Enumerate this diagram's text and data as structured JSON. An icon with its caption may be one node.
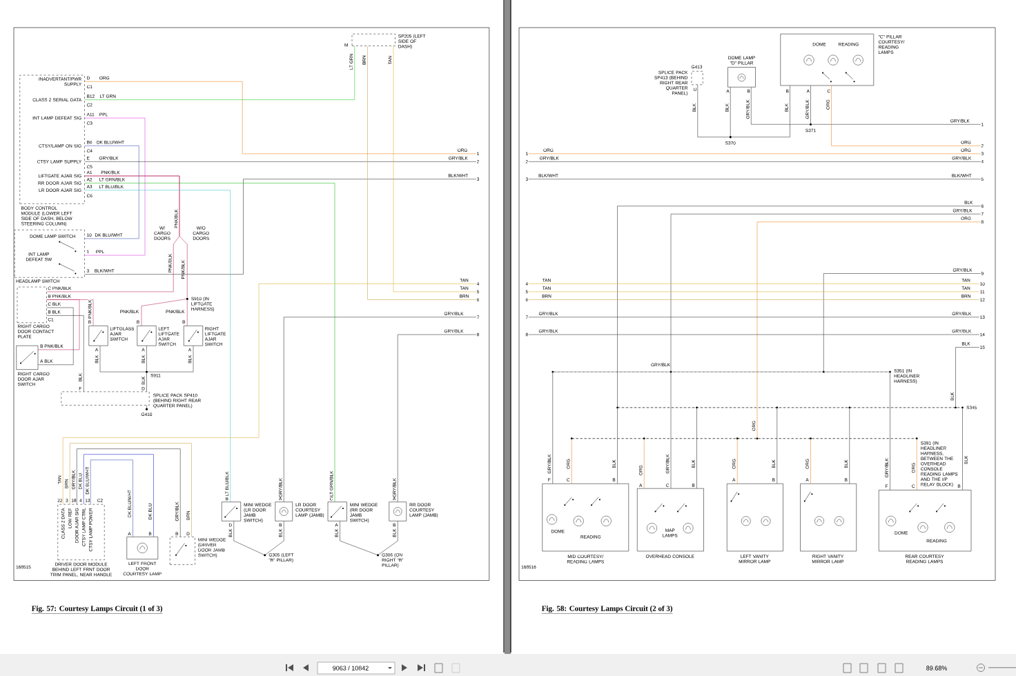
{
  "diagram": {
    "nodes": [
      {
        "text": [
          "SP205 (LEFT SIDE OF DASH)"
        ]
      },
      {
        "text": [
          "INADVERTANT/PWR SUPPLY",
          "CLASS 2 SERIAL DATA",
          "INT LAMP DEFEAT SIG",
          "CTSY/LAMP ON SIG",
          "CTSY LAMP SUPPLY",
          "LIFTGATE AJAR SIG",
          "RR DOOR AJAR SIG",
          "LR DOOR AJAR SIG",
          "BODY CONTROL MODULE (LOWER LEFT SIDE OF DASH, BELOW STEERING COLUMN)"
        ]
      },
      {
        "text": [
          "DOME LAMP SWITCH",
          "INT LAMP DEFEAT SW",
          "HEADLAMP SWITCH"
        ]
      },
      {
        "text": [
          "RIGHT CARGO DOOR CONTACT PLATE"
        ]
      },
      {
        "text": [],
        "shape": "circle",
        "beside": [
          "S910 (IN LIFTGATE HARNESS)"
        ]
      },
      {
        "text": [
          "RIGHT CARGO DOOR AJAR SWITCH"
        ]
      },
      {
        "text": [
          "LIFTGLASS AJAR SWITCH"
        ]
      },
      {
        "text": [
          "LEFT LIFTGATE AJAR SWITCH"
        ]
      },
      {
        "text": [
          "RIGHT LIFTGATE AJAR SWITCH"
        ]
      },
      {
        "text": [],
        "shape": "circle",
        "beside": [
          "S911"
        ]
      },
      {
        "text": [
          "SPLICE PACK SP410 (BEHIND RIGHT REAR QUARTER PANEL)"
        ]
      },
      {
        "text": [],
        "shape": "circle",
        "beside": [
          "G410"
        ]
      },
      {
        "text": [
          "CLASS 2 DATA",
          "LOW REF",
          "DOOR AJAR SIG",
          "CTSY LAMP CTRL",
          "CTSY LAMP POWER",
          "DRIVER DOOR MODULE BEHIND LEFT FRNT DOOR TRIM PANEL, NEAR HANDLE"
        ]
      },
      {
        "text": [
          "LEFT FRONT DOOR COURTESY LAMP"
        ]
      },
      {
        "text": [
          "MINI WEDGE (DRIVER DOOR JAMB SWITCH)"
        ]
      },
      {
        "text": [
          "MINI WEDGE (LR DOOR JAMB SWITCH)"
        ]
      },
      {
        "text": [
          "LR DOOR COURTESY LAMP (JAMB)"
        ]
      },
      {
        "text": [
          "MINI WEDGE (RR DOOR JAMB SWITCH)"
        ]
      },
      {
        "text": [
          "RR DOOR COURTESY LAMP (JAMB)"
        ]
      },
      {
        "text": [],
        "shape": "circle",
        "beside": [
          "G305 (LEFT \"B\" PILLAR)"
        ]
      },
      {
        "text": [],
        "shape": "circle",
        "beside": [
          "G306 (ON RIGHT \"B\" PILLAR)"
        ]
      },
      {
        "text": [
          "1"
        ]
      },
      {
        "text": [
          "2"
        ]
      },
      {
        "text": [
          "3"
        ]
      },
      {
        "text": [
          "4"
        ]
      },
      {
        "text": [
          "5"
        ]
      },
      {
        "text": [
          "6"
        ]
      },
      {
        "text": [
          "7"
        ]
      },
      {
        "text": [
          "8"
        ]
      },
      {
        "text": [
          "1"
        ]
      },
      {
        "text": [
          "2"
        ]
      },
      {
        "text": [
          "3"
        ]
      },
      {
        "text": [
          "4"
        ]
      },
      {
        "text": [
          "5"
        ]
      },
      {
        "text": [
          "6"
        ]
      },
      {
        "text": [
          "7"
        ]
      },
      {
        "text": [
          "8"
        ]
      },
      {
        "text": [
          "G413",
          "SPLICE PACK SP413 (BEHIND RIGHT REAR QUARTER PANEL)"
        ]
      },
      {
        "text": [
          "DOME LAMP \"D\" PILLAR"
        ]
      },
      {
        "text": [
          "DOME",
          "READING",
          "\"C\" PILLAR COURTESY/ READING LAMPS"
        ]
      },
      {
        "text": [],
        "shape": "circle",
        "beside": [
          "S370"
        ]
      },
      {
        "text": [],
        "shape": "circle",
        "beside": [
          "S371"
        ]
      },
      {
        "text": [
          "1"
        ]
      },
      {
        "text": [
          "2"
        ]
      },
      {
        "text": [
          "3"
        ]
      },
      {
        "text": [
          "4"
        ]
      },
      {
        "text": [
          "5"
        ]
      },
      {
        "text": [
          "6"
        ]
      },
      {
        "text": [
          "7"
        ]
      },
      {
        "text": [
          "8"
        ]
      },
      {
        "text": [
          "9"
        ]
      },
      {
        "text": [
          "10"
        ]
      },
      {
        "text": [
          "11"
        ]
      },
      {
        "text": [
          "12"
        ]
      },
      {
        "text": [
          "13"
        ]
      },
      {
        "text": [
          "14"
        ]
      },
      {
        "text": [
          "15"
        ]
      },
      {
        "text": [],
        "shape": "bar",
        "beside": [
          "S351 (IN HEADLINER HARNESS)"
        ]
      },
      {
        "text": [],
        "shape": "bar",
        "beside": [
          "S345"
        ]
      },
      {
        "text": [],
        "shape": "bar",
        "beside": [
          "S391 (IN HEADLINER HARNESS, BETWEEN THE OVERHEAD CONSOLE READING LAMPS AND THE I/P RELAY BLOCK)"
        ]
      },
      {
        "text": [
          "DOME",
          "READING",
          "MID COURTESY/ READING LAMPS"
        ]
      },
      {
        "text": [
          "MAP LAMPS",
          "OVERHEAD CONSOLE"
        ]
      },
      {
        "text": [
          "LEFT VANITY MIRROR LAMP"
        ]
      },
      {
        "text": [
          "RIGHT VANITY MIRROR LAMP"
        ]
      },
      {
        "text": [
          "DOME",
          "READING",
          "REAR COURTESY READING LAMPS"
        ]
      }
    ],
    "edges": [
      {
        "from": 1,
        "to": 21,
        "arrow": "none",
        "label": "ORG",
        "color": "#f08a24"
      },
      {
        "from": 1,
        "to": 0,
        "arrow": "none",
        "label": "LT GRN",
        "color": "#33cc33"
      },
      {
        "from": 1,
        "to": 2,
        "arrow": "none",
        "label": "PPL",
        "color": "#e040e0"
      },
      {
        "from": 1,
        "to": 2,
        "arrow": "none",
        "label": "DK BLU/WHT",
        "color": "#4455bb"
      },
      {
        "from": 1,
        "to": 22,
        "arrow": "none",
        "label": "GRY/BLK"
      },
      {
        "from": 2,
        "to": 23,
        "arrow": "none",
        "label": "BLK/WHT"
      },
      {
        "from": 1,
        "to": 4,
        "arrow": "none",
        "label": "PNK/BLK",
        "color": "#c0306a"
      },
      {
        "from": 1,
        "to": 3,
        "arrow": "none",
        "label": "PNK/BLK",
        "color": "#c0306a"
      },
      {
        "from": 1,
        "to": 17,
        "arrow": "none",
        "label": "LT GRN/BLK",
        "color": "#22bb22"
      },
      {
        "from": 1,
        "to": 15,
        "arrow": "none",
        "label": "LT BLU/BLK",
        "color": "#44c8d8"
      },
      {
        "from": 4,
        "to": 7,
        "arrow": "none",
        "label": "PNK/BLK",
        "color": "#c0306a"
      },
      {
        "from": 4,
        "to": 8,
        "arrow": "none",
        "label": "PNK/BLK",
        "color": "#c0306a"
      },
      {
        "from": 3,
        "to": 6,
        "arrow": "none",
        "label": "PNK/BLK",
        "color": "#c0306a"
      },
      {
        "from": 3,
        "to": 5,
        "arrow": "none",
        "color": "#c0306a"
      },
      {
        "from": 3,
        "to": 5,
        "arrow": "none"
      },
      {
        "from": 3,
        "to": 10,
        "arrow": "none",
        "label": "BLK"
      },
      {
        "from": 6,
        "to": 9,
        "arrow": "none",
        "label": "BLK"
      },
      {
        "from": 7,
        "to": 9,
        "arrow": "none",
        "label": "BLK"
      },
      {
        "from": 8,
        "to": 9,
        "arrow": "none",
        "label": "BLK"
      },
      {
        "from": 9,
        "to": 10,
        "arrow": "none",
        "label": "BLK"
      },
      {
        "from": 10,
        "to": 11,
        "arrow": "none"
      },
      {
        "from": 12,
        "to": 24,
        "arrow": "none",
        "label": "TAN",
        "color": "#e0b43a"
      },
      {
        "from": 12,
        "to": 14,
        "arrow": "none",
        "label": "BRN",
        "color": "#c8a84a"
      },
      {
        "from": 12,
        "to": 14,
        "arrow": "none",
        "label": "GRY/BLK"
      },
      {
        "from": 12,
        "to": 13,
        "arrow": "none",
        "label": "DK BLU",
        "color": "#2233cc"
      },
      {
        "from": 12,
        "to": 13,
        "arrow": "none",
        "label": "DK BLU/WHT",
        "color": "#4455bb"
      },
      {
        "from": 0,
        "to": 25,
        "arrow": "none",
        "label": "TAN",
        "color": "#e0b43a"
      },
      {
        "from": 0,
        "to": 26,
        "arrow": "none",
        "label": "BRN",
        "color": "#c8a84a"
      },
      {
        "from": 27,
        "to": 16,
        "arrow": "none",
        "label": "GRY/BLK"
      },
      {
        "from": 28,
        "to": 18,
        "arrow": "none",
        "label": "GRY/BLK"
      },
      {
        "from": 15,
        "to": 19,
        "arrow": "none",
        "label": "BLK"
      },
      {
        "from": 16,
        "to": 19,
        "arrow": "none",
        "label": "BLK"
      },
      {
        "from": 17,
        "to": 20,
        "arrow": "none",
        "label": "BLK"
      },
      {
        "from": 18,
        "to": 20,
        "arrow": "none",
        "label": "BLK"
      },
      {
        "from": 37,
        "to": 40,
        "arrow": "none",
        "label": "BLK"
      },
      {
        "from": 38,
        "to": 40,
        "arrow": "none",
        "label": "BLK"
      },
      {
        "from": 39,
        "to": 40,
        "arrow": "none",
        "label": "BLK"
      },
      {
        "from": 38,
        "to": 41,
        "arrow": "none",
        "label": "GRY/BLK"
      },
      {
        "from": 39,
        "to": 41,
        "arrow": "none",
        "label": "GRY/BLK"
      },
      {
        "from": 41,
        "to": 42,
        "arrow": "none",
        "label": "GRY/BLK"
      },
      {
        "from": 39,
        "to": 43,
        "arrow": "none",
        "label": "ORG",
        "color": "#f08a24"
      },
      {
        "from": 29,
        "to": 44,
        "arrow": "none",
        "label": "ORG",
        "color": "#f08a24"
      },
      {
        "from": 30,
        "to": 45,
        "arrow": "none",
        "label": "GRY/BLK"
      },
      {
        "from": 31,
        "to": 46,
        "arrow": "none",
        "label": "BLK/WHT"
      },
      {
        "from": 47,
        "to": 58,
        "arrow": "none",
        "label": "BLK"
      },
      {
        "from": 48,
        "to": 57,
        "arrow": "none",
        "label": "GRY/BLK"
      },
      {
        "from": 49,
        "to": 59,
        "arrow": "none",
        "label": "ORG",
        "color": "#f08a24"
      },
      {
        "from": 50,
        "to": 57,
        "arrow": "none",
        "label": "GRY/BLK"
      },
      {
        "from": 32,
        "to": 51,
        "arrow": "none",
        "label": "TAN",
        "color": "#e0b43a"
      },
      {
        "from": 33,
        "to": 52,
        "arrow": "none",
        "label": "TAN",
        "color": "#e0b43a"
      },
      {
        "from": 34,
        "to": 53,
        "arrow": "none",
        "label": "BRN",
        "color": "#c8a84a"
      },
      {
        "from": 35,
        "to": 54,
        "arrow": "none",
        "label": "GRY/BLK"
      },
      {
        "from": 36,
        "to": 55,
        "arrow": "none",
        "label": "GRY/BLK"
      },
      {
        "from": 56,
        "to": 58,
        "arrow": "none",
        "label": "BLK"
      },
      {
        "from": 57,
        "to": 60,
        "arrow": "none",
        "label": "GRY/BLK"
      },
      {
        "from": 57,
        "to": 61,
        "arrow": "none",
        "label": "GRY/BLK"
      },
      {
        "from": 57,
        "to": 64,
        "arrow": "none",
        "label": "GRY/BLK"
      },
      {
        "from": 58,
        "to": 60,
        "arrow": "none",
        "label": "BLK"
      },
      {
        "from": 58,
        "to": 61,
        "arrow": "none",
        "label": "BLK"
      },
      {
        "from": 58,
        "to": 62,
        "arrow": "none",
        "label": "BLK"
      },
      {
        "from": 58,
        "to": 63,
        "arrow": "none",
        "label": "BLK"
      },
      {
        "from": 58,
        "to": 64,
        "arrow": "none",
        "label": "BLK"
      },
      {
        "from": 59,
        "to": 60,
        "arrow": "none",
        "label": "ORG",
        "color": "#f08a24"
      },
      {
        "from": 59,
        "to": 61,
        "arrow": "none",
        "label": "ORG",
        "color": "#f08a24"
      },
      {
        "from": 59,
        "to": 62,
        "arrow": "none",
        "label": "ORG",
        "color": "#f08a24"
      },
      {
        "from": 59,
        "to": 63,
        "arrow": "none",
        "label": "ORG",
        "color": "#f08a24"
      },
      {
        "from": 59,
        "to": 64,
        "arrow": "none",
        "label": "ORG",
        "color": "#f08a24"
      }
    ],
    "labels": [
      "M",
      "LT GRN",
      "D",
      "C1",
      "B12",
      "C2",
      "A11",
      "C3",
      "B6",
      "C4",
      "E",
      "C5",
      "A1",
      "A2",
      "A3",
      "C6",
      "ORG",
      "GRY/BLK",
      "BLK/WHT",
      "10",
      "DK BLU/WHT",
      "1",
      "PPL",
      "3",
      "W/ CARGO DOORS",
      "W/O CARGO DOORS",
      "PNK/BLK",
      "PNK/BLK",
      "C PNK/BLK",
      "B PNK/BLK",
      "C BLK",
      "B BLK",
      "C1",
      "B",
      "A",
      "B",
      "A",
      "B",
      "A",
      "B PNK/BLK",
      "A BLK",
      "F",
      "D",
      "TAN",
      "TAN",
      "BRN",
      "LT BLU/BLK",
      "GRY/BLK",
      "LT GRN/BLK",
      "GRY/BLK",
      "B",
      "A",
      "C",
      "A",
      "D",
      "B",
      "A",
      "B",
      "22",
      "3",
      "18",
      "4",
      "13",
      "C2",
      "DK BLU/WHT",
      "DK BLU",
      "GRY/BLK",
      "BRN",
      "A",
      "B",
      "B",
      "D",
      "168515",
      "Fig. 57: Courtesy Lamps Circuit (1 of 3)",
      "U",
      "A",
      "B",
      "B",
      "A",
      "C",
      "ORG",
      "ORG",
      "GRY/BLK",
      "BLK/WHT",
      "TAN",
      "TAN",
      "BRN",
      "GRY/BLK",
      "GRY/BLK",
      "GRY/BLK",
      "ORG",
      "BLK",
      "F",
      "C",
      "B",
      "A",
      "C",
      "B",
      "A",
      "B",
      "A",
      "B",
      "F",
      "C",
      "B",
      "168516",
      "Fig. 58: Courtesy Lamps Circuit (2 of 3)",
      "9063 / 10842",
      "89.68%"
    ]
  }
}
